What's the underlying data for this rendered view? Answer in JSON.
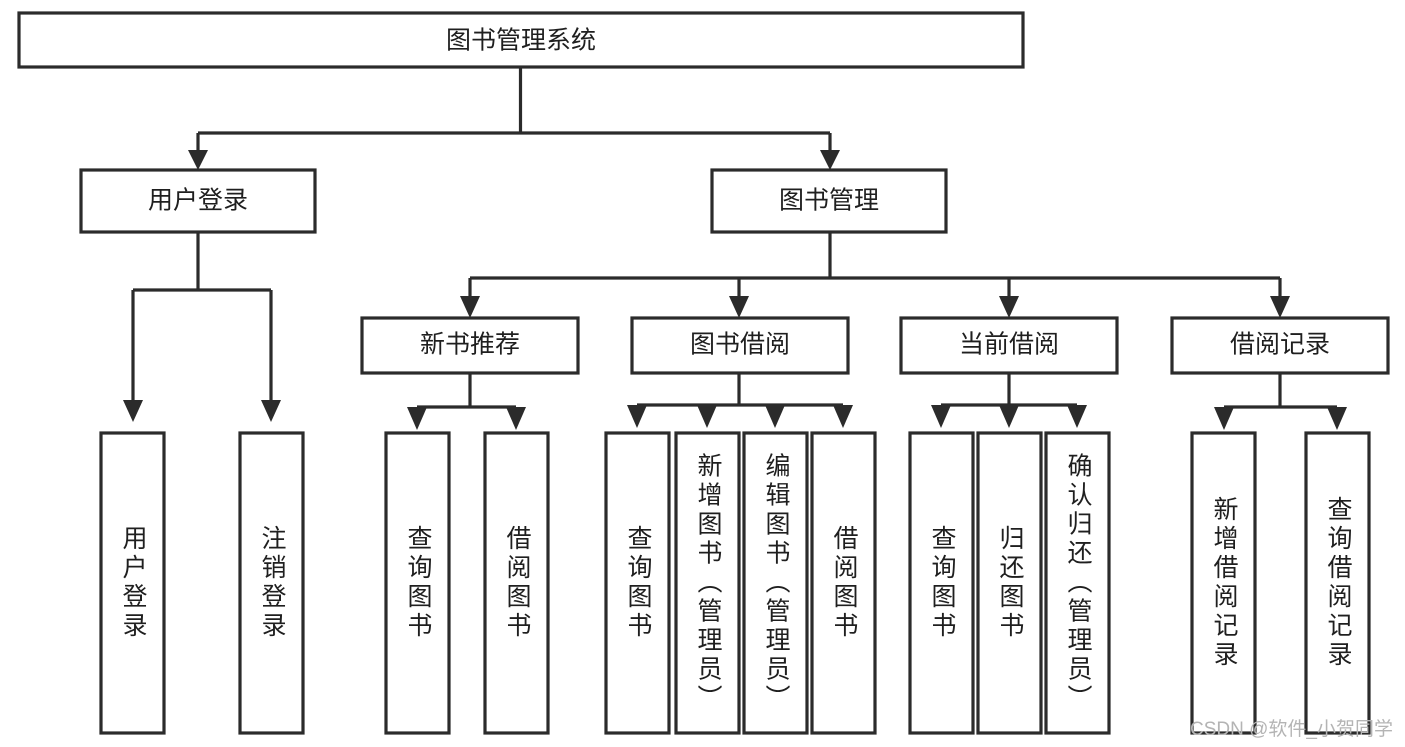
{
  "diagram": {
    "title": "图书管理系统",
    "type": "hierarchy-tree",
    "watermark": "CSDN @软件_小贺同学",
    "colors": {
      "stroke": "#2b2b2b",
      "box_fill": "#ffffff",
      "text": "#1f1f1f",
      "background": "#ffffff",
      "watermark": "#b4b4b4"
    },
    "levels": {
      "root": "图书管理系统",
      "level2": [
        "用户登录",
        "图书管理"
      ],
      "level3": [
        "新书推荐",
        "图书借阅",
        "当前借阅",
        "借阅记录"
      ]
    },
    "nodes": {
      "root": {
        "label": "图书管理系统",
        "orientation": "horizontal"
      },
      "user_login": {
        "label": "用户登录",
        "orientation": "horizontal"
      },
      "book_mgmt": {
        "label": "图书管理",
        "orientation": "horizontal"
      },
      "new_book_rec": {
        "label": "新书推荐",
        "orientation": "horizontal"
      },
      "book_borrow": {
        "label": "图书借阅",
        "orientation": "horizontal"
      },
      "current_borrow": {
        "label": "当前借阅",
        "orientation": "horizontal"
      },
      "borrow_record": {
        "label": "借阅记录",
        "orientation": "horizontal"
      },
      "leaf_user_login": {
        "label": "用户登录",
        "orientation": "vertical"
      },
      "leaf_logout": {
        "label": "注销登录",
        "orientation": "vertical"
      },
      "leaf_query_book_1": {
        "label": "查询图书",
        "orientation": "vertical"
      },
      "leaf_borrow_book_1": {
        "label": "借阅图书",
        "orientation": "vertical"
      },
      "leaf_query_book_2": {
        "label": "查询图书",
        "orientation": "vertical"
      },
      "leaf_add_book": {
        "label": "新增图书（管理员）",
        "orientation": "vertical"
      },
      "leaf_edit_book": {
        "label": "编辑图书（管理员）",
        "orientation": "vertical"
      },
      "leaf_borrow_book_2": {
        "label": "借阅图书",
        "orientation": "vertical"
      },
      "leaf_query_book_3": {
        "label": "查询图书",
        "orientation": "vertical"
      },
      "leaf_return_book": {
        "label": "归还图书",
        "orientation": "vertical"
      },
      "leaf_confirm_return": {
        "label": "确认归还（管理员）",
        "orientation": "vertical"
      },
      "leaf_add_record": {
        "label": "新增借阅记录",
        "orientation": "vertical"
      },
      "leaf_query_record": {
        "label": "查询借阅记录",
        "orientation": "vertical"
      }
    },
    "edges": [
      {
        "from": "图书管理系统",
        "to": "用户登录"
      },
      {
        "from": "图书管理系统",
        "to": "图书管理"
      },
      {
        "from": "用户登录",
        "to": "用户登录"
      },
      {
        "from": "用户登录",
        "to": "注销登录"
      },
      {
        "from": "图书管理",
        "to": "新书推荐"
      },
      {
        "from": "图书管理",
        "to": "图书借阅"
      },
      {
        "from": "图书管理",
        "to": "当前借阅"
      },
      {
        "from": "图书管理",
        "to": "借阅记录"
      },
      {
        "from": "新书推荐",
        "to": "查询图书"
      },
      {
        "from": "新书推荐",
        "to": "借阅图书"
      },
      {
        "from": "图书借阅",
        "to": "查询图书"
      },
      {
        "from": "图书借阅",
        "to": "新增图书（管理员）"
      },
      {
        "from": "图书借阅",
        "to": "编辑图书（管理员）"
      },
      {
        "from": "图书借阅",
        "to": "借阅图书"
      },
      {
        "from": "当前借阅",
        "to": "查询图书"
      },
      {
        "from": "当前借阅",
        "to": "归还图书"
      },
      {
        "from": "当前借阅",
        "to": "确认归还（管理员）"
      },
      {
        "from": "借阅记录",
        "to": "新增借阅记录"
      },
      {
        "from": "借阅记录",
        "to": "查询借阅记录"
      }
    ]
  }
}
